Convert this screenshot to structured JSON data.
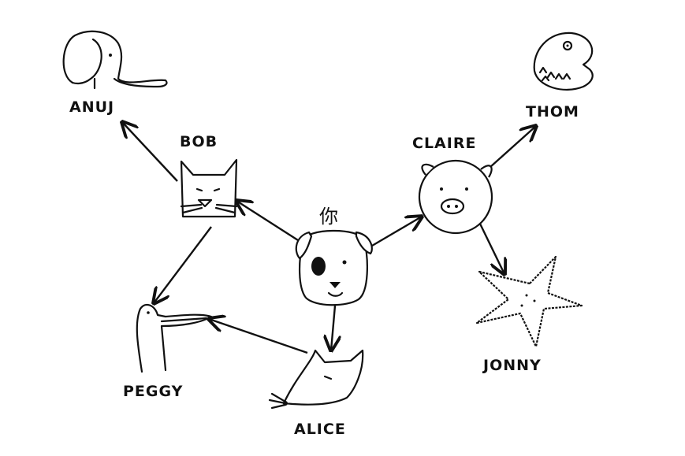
{
  "diagram": {
    "nodes": [
      {
        "id": "you",
        "label": "你",
        "animal": "dog"
      },
      {
        "id": "bob",
        "label": "BOB",
        "animal": "cat"
      },
      {
        "id": "claire",
        "label": "CLAIRE",
        "animal": "pig"
      },
      {
        "id": "alice",
        "label": "ALICE",
        "animal": "rat"
      },
      {
        "id": "anuj",
        "label": "ANUJ",
        "animal": "elephant"
      },
      {
        "id": "peggy",
        "label": "PEGGY",
        "animal": "bird"
      },
      {
        "id": "thom",
        "label": "THOM",
        "animal": "fish"
      },
      {
        "id": "jonny",
        "label": "JONNY",
        "animal": "starfish"
      }
    ],
    "edges": [
      {
        "from": "you",
        "to": "bob"
      },
      {
        "from": "you",
        "to": "claire"
      },
      {
        "from": "you",
        "to": "alice"
      },
      {
        "from": "bob",
        "to": "anuj"
      },
      {
        "from": "bob",
        "to": "peggy"
      },
      {
        "from": "alice",
        "to": "peggy"
      },
      {
        "from": "claire",
        "to": "thom"
      },
      {
        "from": "claire",
        "to": "jonny"
      }
    ]
  }
}
